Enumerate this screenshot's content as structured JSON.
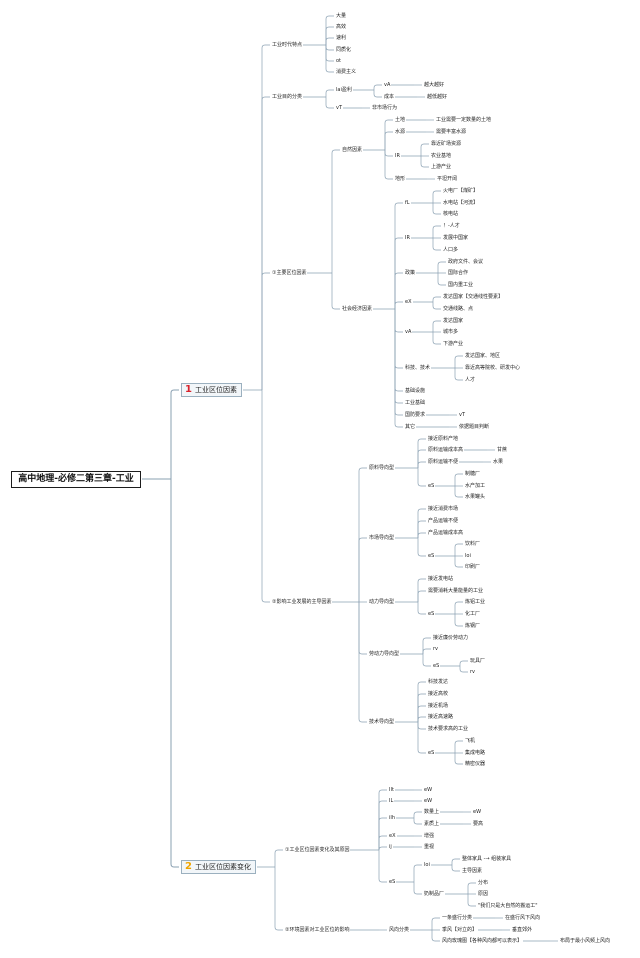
{
  "root": "高中地理-必修二第三章-工业",
  "badges": {
    "b1": "1",
    "b2": "2"
  },
  "colors": {
    "line": "#8aa0b2",
    "badge1": "#d9232c",
    "badge2": "#f0a500"
  },
  "n": {
    "sec1": "工业区位因素",
    "era": "工业时代特点",
    "era_big": "大量",
    "era_eff": "高效",
    "era_fast": "速利",
    "era_same": "同质化",
    "era_ot": "ot",
    "era_cons": "消费主义",
    "cls": "工业目的分类",
    "cls_lai": "lai盈利",
    "cls_vA": "vA",
    "cls_up": "越大越好",
    "cls_cost": "成本",
    "cls_low": "越低越好",
    "cls_vT": "vT",
    "cls_nm": "非市场行为",
    "f1": "①主要区位因素",
    "nat": "自然因素",
    "land": "土地",
    "land_d": "工业需要一定数量的土地",
    "water": "水源",
    "water_d": "需要丰富水源",
    "ir": "IR",
    "ir1": "靠近矿场资源",
    "ir2": "农业基地",
    "ir3": "上游产业",
    "terrain": "地形",
    "terrain_d": "平坦开阔",
    "soc": "社会经济因素",
    "fl": "fL",
    "fl1": "火电厂【煤矿】",
    "fl2": "水电站【河流】",
    "fl3": "核电站",
    "ir2b": "IR",
    "ir2b1": "！-人才",
    "ir2b2": "发展中国家",
    "ir2b3": "人口多",
    "pol": "政策",
    "pol1": "政府文件、会议",
    "pol2": "国际合作",
    "pol3": "国内重工业",
    "ex": "eX",
    "ex1": "发达国家【交通线性要素】",
    "ex2": "交通线路、点",
    "va": "vA",
    "va1": "发达国家",
    "va2": "城市多",
    "va3": "下游产业",
    "tech": "科技、技术",
    "tech1": "发达国家、地区",
    "tech2": "靠近高等院校、研发中心",
    "tech3": "人才",
    "infra": "基础设施",
    "ind": "工业基础",
    "def": "国防要求",
    "def_vt": "vT",
    "other": "其它",
    "other_d": "依据题目判断",
    "f2": "②影响工业发展的主导因素",
    "raw": "原料导向型",
    "raw1": "接近原料产地",
    "raw2": "原料运输成本高",
    "raw2a": "甘蔗",
    "raw3": "原料运输不便",
    "raw3a": "水果",
    "raw_ex": "eS",
    "raw_e1": "制糖厂",
    "raw_e2": "水产加工",
    "raw_e3": "水果罐头",
    "mkt": "市场导向型",
    "mkt1": "接近消费市场",
    "mkt2": "产品运输不便",
    "mkt3": "产品运输成本高",
    "mkt_ex": "eS",
    "mkt_e1": "饮料厂",
    "mkt_e2": "loi",
    "mkt_e3": "印刷厂",
    "pow": "动力导向型",
    "pow1": "接近发电站",
    "pow2": "需要消耗大量能量的工业",
    "pow_ex": "eS",
    "pow_e1": "炼铝工业",
    "pow_e2": "化工厂",
    "pow_e3": "炼钢厂",
    "lab": "劳动力导向型",
    "lab1": "接近廉价劳动力",
    "lab2": "rv",
    "lab_ex": "eS",
    "lab_e1": "玩具厂",
    "lab_e2": "rv",
    "tec": "技术导向型",
    "tec1": "科技发达",
    "tec2": "接近高校",
    "tec3": "接近机场",
    "tec4": "接近高速路",
    "tec5": "技术要求高的工业",
    "tec_ex": "eS",
    "tec_e1": "飞机",
    "tec_e2": "集成电路",
    "tec_e3": "精密仪器",
    "sec2": "工业区位因素变化",
    "ch": "①工业区位因素变化及其原因",
    "ch_it": "IIt",
    "ch_it_d": "eW",
    "ch_il": "IL",
    "ch_il_d": "eW",
    "ch_ih": "iIh",
    "ch_ih1": "数量上",
    "ch_ih1_d": "eW",
    "ch_ih2": "素质上",
    "ch_ih2_d": "要高",
    "ch_ex": "eX",
    "ch_ex_d": "增强",
    "ch_ij": "ij",
    "ch_ij_d": "重视",
    "ch_es": "eS",
    "ch_loi": "loi",
    "ch_loi1": "整体家具 -→ 组装家具",
    "ch_loi2": "主导因素",
    "ch_milk": "奶制品厂",
    "ch_milk1": "分布",
    "ch_milk2": "原因",
    "ch_milk3": "\"我们只是大自然的搬运工\"",
    "env": "②环境因素对工业区位的影响",
    "wind": "风向分类",
    "wind1": "一条盛行分类",
    "wind1_d": "在盛行风下风向",
    "wind2": "季风【对立的】",
    "wind2_d": "垂直郊外",
    "wind3": "风向玫瑰图【各种风向都可以表示】",
    "wind3_d": "布局于最小风频上风向"
  }
}
